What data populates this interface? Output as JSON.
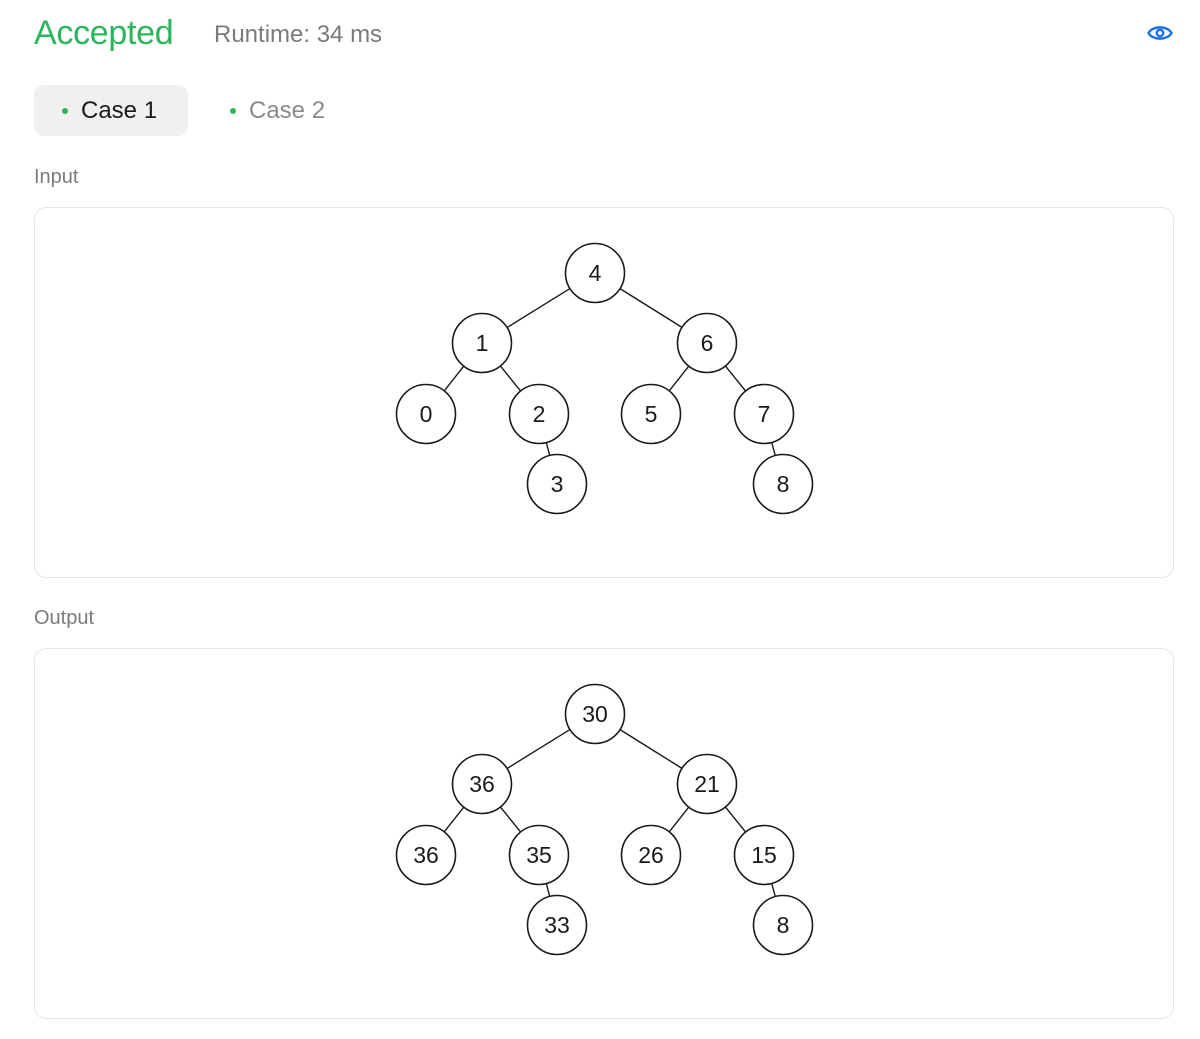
{
  "header": {
    "status": "Accepted",
    "runtime": "Runtime: 34 ms",
    "icon": "eye-icon",
    "status_color": "#2db55d",
    "accent_color": "#1a73e8"
  },
  "tabs": [
    {
      "label": "Case 1",
      "active": true
    },
    {
      "label": "Case 2",
      "active": false
    }
  ],
  "input": {
    "label": "Input",
    "tree": {
      "nodes": [
        "4",
        "1",
        "6",
        "0",
        "2",
        "5",
        "7",
        "3",
        "8"
      ],
      "edges": [
        [
          0,
          1
        ],
        [
          0,
          2
        ],
        [
          1,
          3
        ],
        [
          1,
          4
        ],
        [
          2,
          5
        ],
        [
          2,
          6
        ],
        [
          4,
          7
        ],
        [
          6,
          8
        ]
      ]
    }
  },
  "output": {
    "label": "Output",
    "tree": {
      "nodes": [
        "30",
        "36",
        "21",
        "36",
        "35",
        "26",
        "15",
        "33",
        "8"
      ],
      "edges": [
        [
          0,
          1
        ],
        [
          0,
          2
        ],
        [
          1,
          3
        ],
        [
          1,
          4
        ],
        [
          2,
          5
        ],
        [
          2,
          6
        ],
        [
          4,
          7
        ],
        [
          6,
          8
        ]
      ]
    }
  }
}
